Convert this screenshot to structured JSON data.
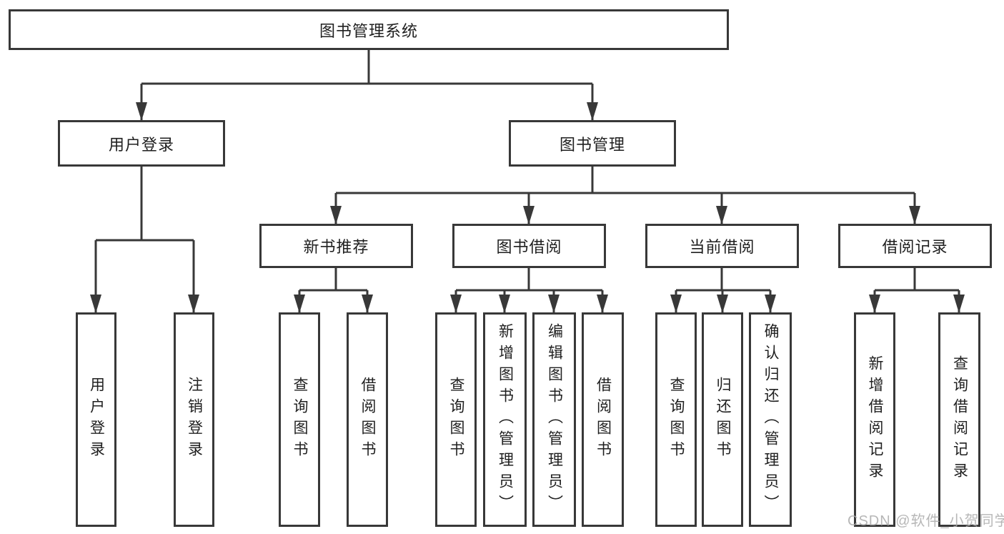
{
  "colors": {
    "line": "#383838",
    "box_border": "#383838",
    "box_background": "#ffffff",
    "text": "#1f1f1f",
    "watermark": "#ababab"
  },
  "nodes": {
    "root": {
      "label": "图书管理系统"
    },
    "user_login": {
      "label": "用户登录"
    },
    "book_mgmt": {
      "label": "图书管理"
    },
    "login": {
      "label": "用户登录"
    },
    "logout": {
      "label": "注销登录"
    },
    "new_book_rec": {
      "label": "新书推荐"
    },
    "book_borrow": {
      "label": "图书借阅"
    },
    "current_borrow": {
      "label": "当前借阅"
    },
    "borrow_record": {
      "label": "借阅记录"
    },
    "nbr_query": {
      "label": "查询图书"
    },
    "nbr_borrow": {
      "label": "借阅图书"
    },
    "bb_query": {
      "label": "查询图书"
    },
    "bb_add": {
      "label": "新增图书（管理员）"
    },
    "bb_edit": {
      "label": "编辑图书（管理员）"
    },
    "bb_borrow": {
      "label": "借阅图书"
    },
    "cb_query": {
      "label": "查询图书"
    },
    "cb_return": {
      "label": "归还图书"
    },
    "cb_confirm": {
      "label": "确认归还（管理员）"
    },
    "br_add": {
      "label": "新增借阅记录"
    },
    "br_query": {
      "label": "查询借阅记录"
    }
  },
  "watermark": {
    "text": "CSDN @软件_小贺同学"
  }
}
